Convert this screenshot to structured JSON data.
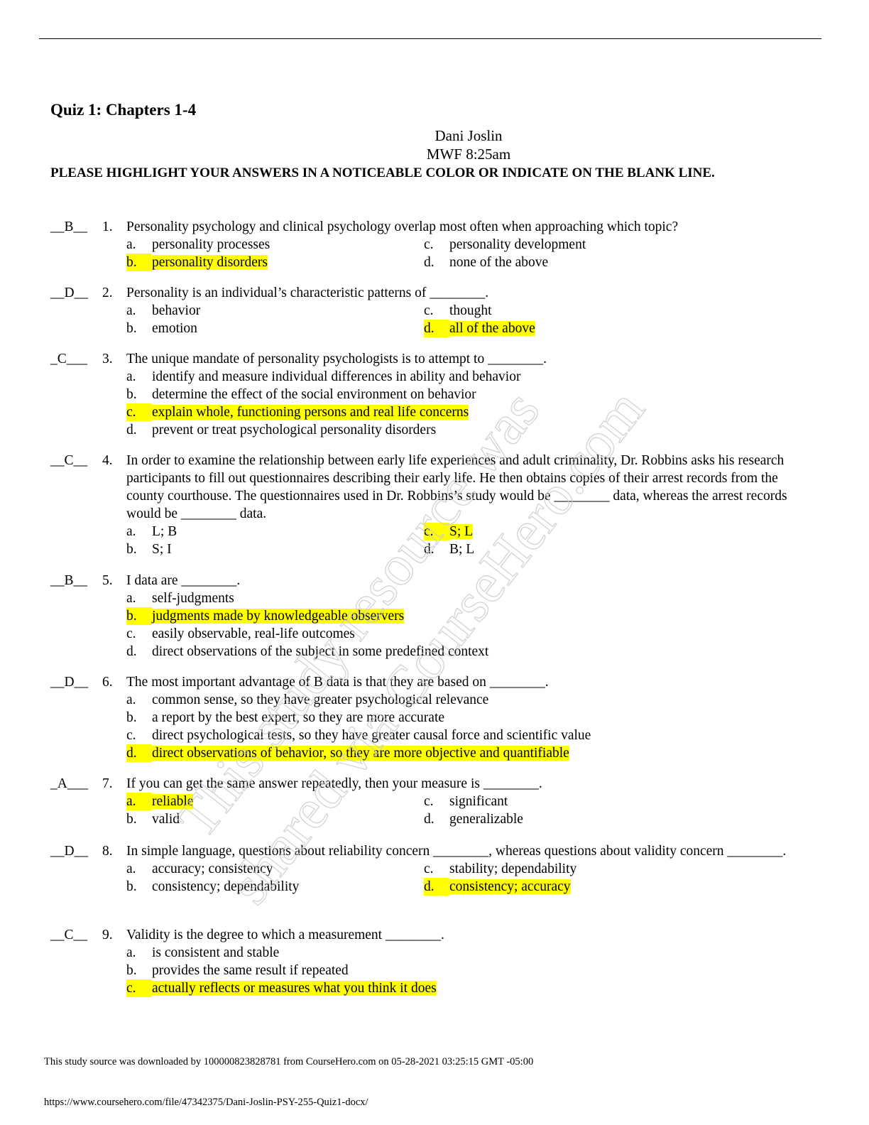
{
  "doc": {
    "title": "Quiz 1: Chapters 1-4",
    "author": "Dani Joslin",
    "section": "MWF 8:25am",
    "instructions": "PLEASE HIGHLIGHT YOUR ANSWERS IN A NOTICEABLE COLOR OR INDICATE ON THE BLANK LINE."
  },
  "questions": [
    {
      "answer": "__B__",
      "num": "1.",
      "stem": "Personality psychology and clinical psychology overlap most often when approaching which topic?",
      "layout": "grid",
      "options": [
        {
          "letter": "a.",
          "text": "personality processes",
          "highlighted": false
        },
        {
          "letter": "b.",
          "text": "personality disorders",
          "highlighted": true
        },
        {
          "letter": "c.",
          "text": "personality development",
          "highlighted": false
        },
        {
          "letter": "d.",
          "text": "none of the above",
          "highlighted": false
        }
      ]
    },
    {
      "answer": "__D__",
      "num": "2.",
      "stem": "Personality is an individual’s characteristic patterns of ________.",
      "layout": "grid",
      "options": [
        {
          "letter": "a.",
          "text": "behavior",
          "highlighted": false
        },
        {
          "letter": "b.",
          "text": "emotion",
          "highlighted": false
        },
        {
          "letter": "c.",
          "text": "thought",
          "highlighted": false
        },
        {
          "letter": "d.",
          "text": "all of the above",
          "highlighted": true
        }
      ]
    },
    {
      "answer": "_C___",
      "num": "3.",
      "stem": "The unique mandate of personality psychologists is to attempt to ________.",
      "layout": "list",
      "options": [
        {
          "letter": "a.",
          "text": "identify and measure individual differences in ability and behavior",
          "highlighted": false
        },
        {
          "letter": "b.",
          "text": "determine the effect of the social environment on behavior",
          "highlighted": false
        },
        {
          "letter": "c.",
          "text": "explain whole, functioning persons and real life concerns",
          "highlighted": true
        },
        {
          "letter": "d.",
          "text": "prevent or treat psychological personality disorders",
          "highlighted": false
        }
      ]
    },
    {
      "answer": "__C__",
      "num": "4.",
      "stem": "In order to examine the relationship between early life experiences and adult criminality, Dr. Robbins asks his research participants to fill out questionnaires describing their early life. He then obtains copies of their arrest records from the county courthouse. The questionnaires used in Dr. Robbins’s study would be ________ data, whereas the arrest records would be ________ data.",
      "layout": "grid",
      "options": [
        {
          "letter": "a.",
          "text": "L; B",
          "highlighted": false
        },
        {
          "letter": "b.",
          "text": "S; I",
          "highlighted": false
        },
        {
          "letter": "c.",
          "text": "S; L",
          "highlighted": true
        },
        {
          "letter": "d.",
          "text": "B; L",
          "highlighted": false
        }
      ]
    },
    {
      "answer": "__B__",
      "num": "5.",
      "stem": "I data are ________.",
      "layout": "list",
      "options": [
        {
          "letter": "a.",
          "text": "self-judgments",
          "highlighted": false
        },
        {
          "letter": "b.",
          "text": "judgments made by knowledgeable observers",
          "highlighted": true
        },
        {
          "letter": "c.",
          "text": "easily observable, real-life outcomes",
          "highlighted": false
        },
        {
          "letter": "d.",
          "text": "direct observations of the subject in some predefined context",
          "highlighted": false
        }
      ]
    },
    {
      "answer": "__D__",
      "num": "6.",
      "stem": "The most important advantage of B data is that they are based on ________.",
      "layout": "list",
      "options": [
        {
          "letter": "a.",
          "text": "common sense, so they have greater psychological relevance",
          "highlighted": false
        },
        {
          "letter": "b.",
          "text": "a report by the best expert, so they are more accurate",
          "highlighted": false
        },
        {
          "letter": "c.",
          "text": "direct psychological tests, so they have greater causal force and scientific value",
          "highlighted": false
        },
        {
          "letter": "d.",
          "text": "direct observations of behavior, so they are more objective and quantifiable",
          "highlighted": true
        }
      ]
    },
    {
      "answer": "_A___",
      "num": "7.",
      "stem": "If you can get the same answer repeatedly, then your measure is ________.",
      "layout": "grid",
      "options": [
        {
          "letter": "a.",
          "text": "reliable",
          "highlighted": true
        },
        {
          "letter": "b.",
          "text": "valid",
          "highlighted": false
        },
        {
          "letter": "c.",
          "text": "significant",
          "highlighted": false
        },
        {
          "letter": "d.",
          "text": "generalizable",
          "highlighted": false
        }
      ]
    },
    {
      "answer": "__D__",
      "num": "8.",
      "stem": "In simple language, questions about reliability concern ________, whereas questions about validity concern ________.",
      "layout": "grid",
      "options": [
        {
          "letter": "a.",
          "text": "accuracy; consistency",
          "highlighted": false
        },
        {
          "letter": "b.",
          "text": "consistency; dependability",
          "highlighted": false
        },
        {
          "letter": "c.",
          "text": "stability; dependability",
          "highlighted": false
        },
        {
          "letter": "d.",
          "text": "consistency; accuracy",
          "highlighted": true
        }
      ]
    },
    {
      "answer": "__C__",
      "num": "9.",
      "stem": "Validity is the degree to which a measurement ________.",
      "layout": "list",
      "options": [
        {
          "letter": "a.",
          "text": "is consistent and stable",
          "highlighted": false
        },
        {
          "letter": "b.",
          "text": "provides the same result if repeated",
          "highlighted": false
        },
        {
          "letter": "c.",
          "text": "actually reflects or measures what you think it does",
          "highlighted": true
        }
      ]
    }
  ],
  "watermark": {
    "line1": "This study resource was",
    "line2": "shared via CourseHero.com"
  },
  "footer": {
    "source": "This study source was downloaded by 100000823828781 from CourseHero.com on 05-28-2021 03:25:15 GMT -05:00",
    "url": "https://www.coursehero.com/file/47342375/Dani-Joslin-PSY-255-Quiz1-docx/"
  }
}
